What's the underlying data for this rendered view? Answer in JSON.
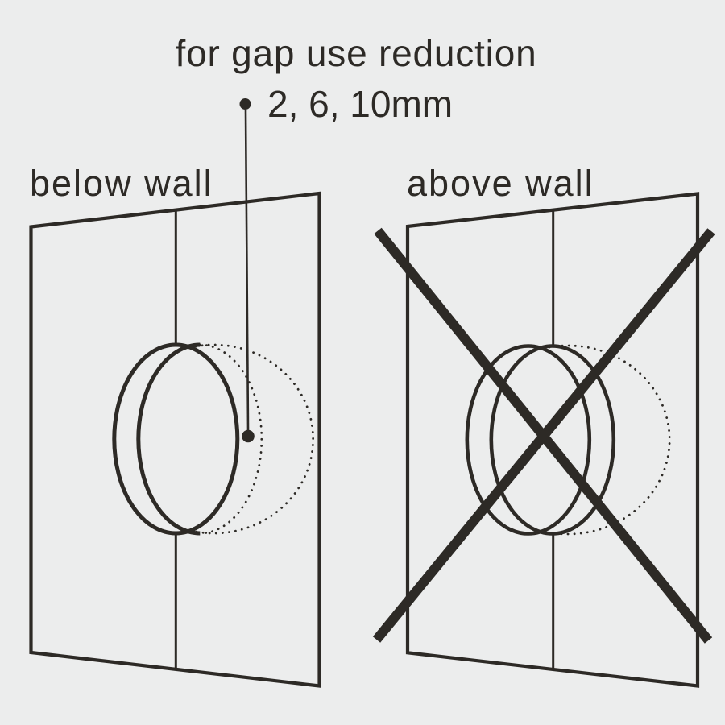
{
  "colors": {
    "background": "#ECEDED",
    "ink": "#2D2A26"
  },
  "annotation": {
    "heading": "for gap use reduction",
    "values": "2, 6, 10mm"
  },
  "panels": [
    {
      "id": "below-wall",
      "label": "below wall",
      "crossed_out": false
    },
    {
      "id": "above-wall",
      "label": "above wall",
      "crossed_out": true
    }
  ]
}
